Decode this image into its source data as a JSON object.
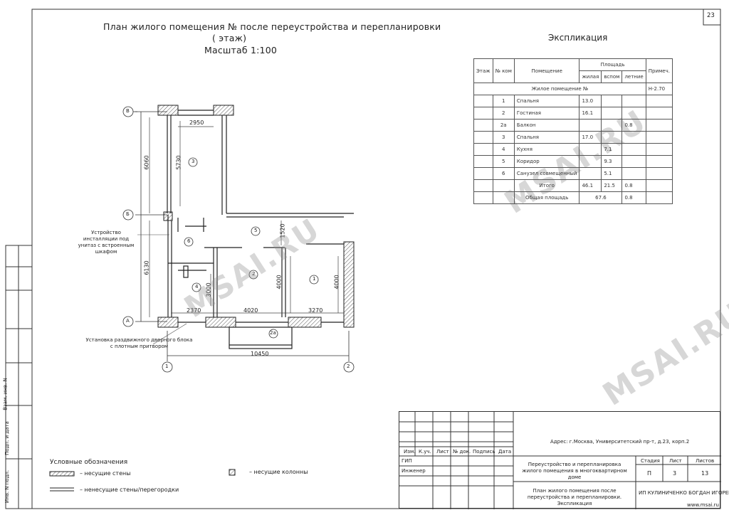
{
  "sheet_number": "23",
  "plan": {
    "title_line1": "План жилого помещения №      после переустройства и перепланировки",
    "title_line2": "(      этаж)",
    "scale": "Масштаб 1:100",
    "axes": {
      "b_top": "В",
      "b_mid": "Б",
      "a": "А",
      "c1": "1",
      "c2": "2"
    },
    "dims": {
      "d2950": "2950",
      "d6060": "6060",
      "d5730": "5730",
      "d6130": "6130",
      "d1520": "1520",
      "d4000a": "4000",
      "d4000b": "4000",
      "d3000": "3000",
      "d2370": "2370",
      "d4020": "4020",
      "d3270": "3270",
      "d10450": "10450"
    },
    "rooms": {
      "r1": "1",
      "r2": "2",
      "r2a": "2а",
      "r3": "3",
      "r4": "4",
      "r5": "5",
      "r6": "6"
    },
    "note_install": "Устройство инсталляции под унитаз с встроенным шкафом",
    "note_door": "Установка раздвижного дверного блока с плотным притвором"
  },
  "legend": {
    "title": "Условные обозначения",
    "bearing_walls": "– несущие стены",
    "partitions": "– ненесущие стены/перегородки",
    "columns": "– несущие колонны"
  },
  "watermark": "MSAI.RU",
  "explication": {
    "title": "Экспликация",
    "headers": {
      "floor": "Этаж",
      "room_no": "№ ком",
      "room": "Помещение",
      "area": "Площадь",
      "living": "жилая",
      "aux": "вспом",
      "summer": "летние",
      "note": "Примеч."
    },
    "section": {
      "label": "Жилое помещение  №",
      "note": "Н-2.70"
    },
    "rows": [
      {
        "no": "1",
        "name": "Спальня",
        "living": "13.0",
        "aux": "",
        "summer": ""
      },
      {
        "no": "2",
        "name": "Гостиная",
        "living": "16.1",
        "aux": "",
        "summer": ""
      },
      {
        "no": "2а",
        "name": "Балкон",
        "living": "",
        "aux": "",
        "summer": "0.8"
      },
      {
        "no": "3",
        "name": "Спальня",
        "living": "17.0",
        "aux": "",
        "summer": ""
      },
      {
        "no": "4",
        "name": "Кухня",
        "living": "",
        "aux": "7.1",
        "summer": ""
      },
      {
        "no": "5",
        "name": "Коридор",
        "living": "",
        "aux": "9.3",
        "summer": ""
      },
      {
        "no": "6",
        "name": "Санузел совмещенный",
        "living": "",
        "aux": "5.1",
        "summer": ""
      }
    ],
    "total": {
      "label": "Итого",
      "living": "46.1",
      "aux": "21.5",
      "summer": "0.8"
    },
    "overall": {
      "label": "Общая площадь",
      "area": "67.6",
      "summer": "0.8"
    }
  },
  "side_stamp": [
    "Взам. инв. N",
    "Подп. и дата",
    "Инв. N подл."
  ],
  "stamp": {
    "address": "Адрес: г.Москва, Университетский пр-т, д.23, корп.2",
    "cols": [
      "Изм.",
      "К.уч.",
      "Лист",
      "№ док.",
      "Подпись",
      "Дата"
    ],
    "gip": "ГИП",
    "engineer": "Инженер",
    "project": "Переустройство и перепланировка жилого помещения в многоквартирном доме",
    "sheet_title": "План жилого помещения после переустройства и перепланировки. Экспликация",
    "stage_h": "Стадия",
    "sheet_h": "Лист",
    "sheets_h": "Листов",
    "stage": "П",
    "sheet": "3",
    "sheets": "13",
    "company": "ИП КУЛИНИЧЕНКО БОГДАН ИГОРЕВИЧ",
    "site": "www.msai.ru"
  }
}
